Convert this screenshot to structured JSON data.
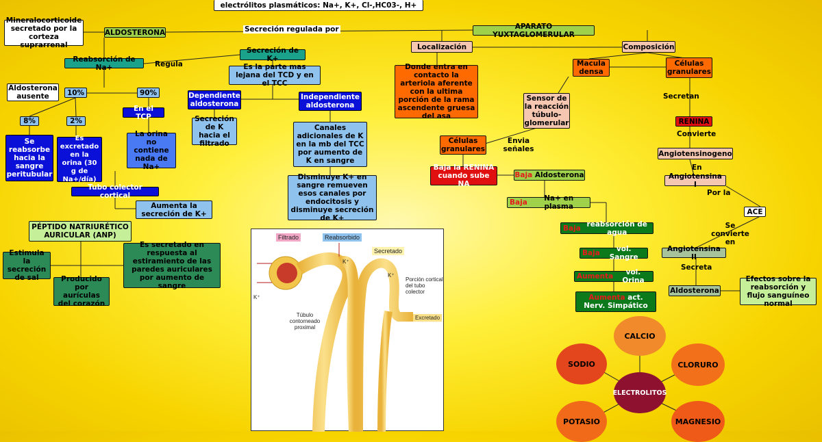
{
  "title": "electrólitos plasmáticos: Na+, K+, Cl-,HC03-, H+",
  "left": {
    "mineralocorticoide": "Mineralocorticoide secretado por la corteza suprarrenal",
    "aldosterona": "ALDOSTERONA",
    "secrecion_regulada": "Secreción regulada por",
    "reabsorcion_na": "Reabsorción de Na+",
    "regula": "Regula",
    "aldosterona_ausente": "Aldosterona ausente",
    "p10": "10%",
    "p90": "90%",
    "en_tcp": "En el TCP",
    "p8": "8%",
    "p2": "2%",
    "se_reabsorbe": "Se reabsorbe hacia la sangre peritubular",
    "es_excretado": "Es excretado en la orina (30 g de Na+/día)",
    "orina_no_contiene": "La orina no contiene nada de Na+",
    "tubo_colector": "Tubo colector cortical",
    "aumenta_secrecion": "Aumenta la secreción de K+",
    "peptido": "PÉPTIDO NATRIURÉTICO AURICULAR (ANP)",
    "estimula": "Estimula la secreción de sal",
    "es_secretado": "Es secretado en respuesta al estiramiento de las paredes auriculares por aumento de sangre",
    "producido": "Producido por aurículas del corazón"
  },
  "middle": {
    "secrecion_k": "Secreción de K+",
    "parte_lejana": "Es la parte mas lejana del TCD y en el TCC",
    "dependiente": "Dependiente aldosterona",
    "independiente": "Independiente aldosterona",
    "secrecion_k_filtrado": "Secreción de K hacia el filtrado",
    "canales": "Canales adicionales de K en la mb del TCC por aumento de K en sangre",
    "disminuye": "Disminuye K+ en sangre remueven esos canales por endocitosis y disminuye secreción de K+"
  },
  "kidney": {
    "filtrado": "Filtrado",
    "reabsorbido": "Reabsorbido",
    "secretado": "Secretado",
    "porcion": "Porción cortical del tubo colector",
    "tubulo": "Túbulo contorneado proximal",
    "excretado": "Excretado",
    "k1": "K⁺",
    "k2": "K⁺",
    "k3": "K⁺"
  },
  "right": {
    "aparato": "APARATO YUXTAGLOMERULAR",
    "localizacion": "Localización",
    "composicion": "Composición",
    "donde_entra": "Donde entra en contacto la arteriola aferente con la ultima porción de la rama ascendente gruesa del asa",
    "macula": "Macula densa",
    "celulas_granulares_top": "Células granulares",
    "secretan": "Secretan",
    "sensor": "Sensor de la reacción túbulo-glomerular",
    "renina": "RENINA",
    "convierte": "Convierte",
    "celulas_granulares": "Células granulares",
    "envia": "Envia señales",
    "angiotensinogeno": "Angiotensinogeno",
    "en": "En",
    "baja_renina": "Baja la RENINA cuando sube NA",
    "baja_word": "Baja",
    "aldosterona_txt": "Aldosterona",
    "angiotensina_i": "Angiotensina I",
    "por_la": "Por la",
    "na_plasma": "Na+ en plasma",
    "ace": "ACE",
    "se_convierte": "Se convierte en",
    "reabsorcion_agua": "reabsorción de agua",
    "vol_sangre": "vol. Sangre",
    "vol_orina": "vol. Orina",
    "act_nerv": "act. Nerv. Simpático",
    "aumenta_word": "Aumenta",
    "angiotensina_ii": "Angiotensina II",
    "secreta": "Secreta",
    "aldosterona2": "Aldosterona",
    "efectos": "Efectos sobre la reabsorción y flujo sanguíneo normal"
  },
  "electrolitos": {
    "center": "ELECTROLITOS",
    "calcio": "CALCIO",
    "sodio": "SODIO",
    "cloruro": "CLORURO",
    "potasio": "POTASIO",
    "magnesio": "MAGNESIO"
  },
  "colors": {
    "green": "#9fd24a",
    "blue": "#0a10d8",
    "orange": "#ff6a00",
    "red": "#e01010",
    "forest": "#0c7a1a",
    "maroon": "#8e1230"
  }
}
